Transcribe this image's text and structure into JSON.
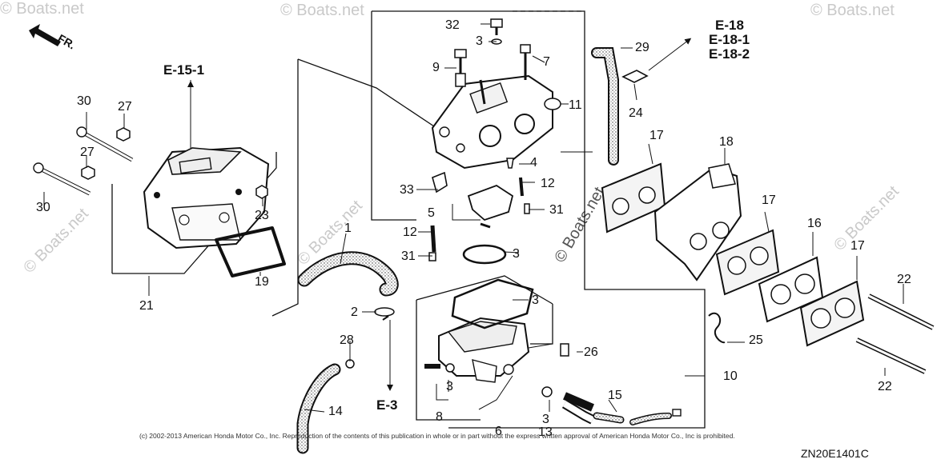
{
  "orientation_label": "FR.",
  "refs": {
    "e15_1": "E-15-1",
    "e18": "E-18",
    "e18_1": "E-18-1",
    "e18_2": "E-18-2",
    "e3": "E-3"
  },
  "part_numbers": {
    "p1": "1",
    "p2": "2",
    "p3a": "3",
    "p3b": "3",
    "p3c": "3",
    "p3d": "3",
    "p3e": "3",
    "p4": "4",
    "p5": "5",
    "p6": "6",
    "p7": "7",
    "p8": "8",
    "p9": "9",
    "p10": "10",
    "p11": "11",
    "p12a": "12",
    "p12b": "12",
    "p13": "13",
    "p14": "14",
    "p15": "15",
    "p16": "16",
    "p17a": "17",
    "p17b": "17",
    "p17c": "17",
    "p18": "18",
    "p19": "19",
    "p21": "21",
    "p22a": "22",
    "p22b": "22",
    "p23": "23",
    "p24": "24",
    "p25": "25",
    "p26": "26",
    "p27a": "27",
    "p27b": "27",
    "p28": "28",
    "p29": "29",
    "p30a": "30",
    "p30b": "30",
    "p31a": "31",
    "p31b": "31",
    "p32": "32",
    "p33": "33"
  },
  "watermark": "© Boats.net",
  "copyright": "(c) 2002-2013 American Honda Motor Co., Inc. Reproduction of the contents of this publication in whole or in part without the express written approval of American Honda Motor Co., Inc is prohibited.",
  "diagram_code": "ZN20E1401C"
}
